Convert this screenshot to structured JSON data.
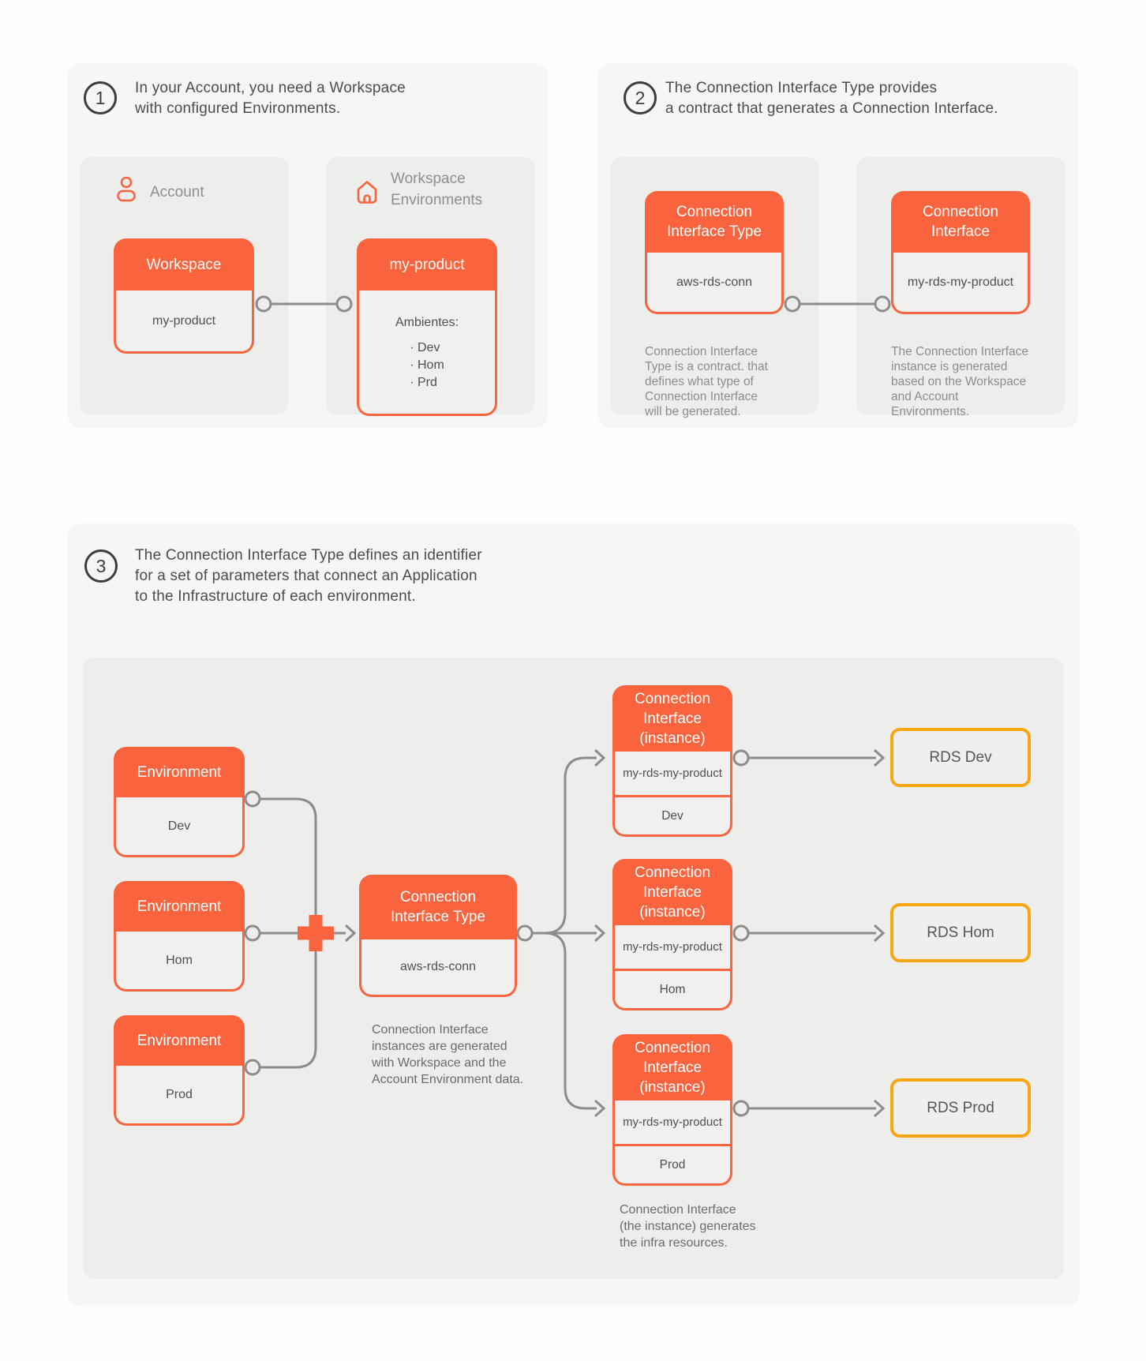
{
  "colors": {
    "orange": "#F9633D",
    "amber": "#F9A613",
    "line_gray": "#8C8C8C"
  },
  "step1": {
    "number": "1",
    "title": "In your Account, you need a Workspace\nwith configured Environments.",
    "account_label": "Account",
    "workspace_env_label": "Workspace\nEnvironments",
    "workspace_card": {
      "header": "Workspace",
      "body": "my-product"
    },
    "product_card": {
      "header": "my-product",
      "body_title": "Ambientes:",
      "items_text": "· Dev\n· Hom\n· Prd"
    }
  },
  "step2": {
    "number": "2",
    "title": "The Connection Interface Type provides\na contract that generates a Connection Interface.",
    "type_card": {
      "header": "Connection\nInterface Type",
      "body": "aws-rds-conn"
    },
    "type_caption": "Connection Interface\nType is a contract. that\ndefines what type of\nConnection Interface\nwill be generated.",
    "interface_card": {
      "header": "Connection\nInterface",
      "body": "my-rds-my-product"
    },
    "interface_caption": "The Connection Interface\ninstance is generated\nbased on the Workspace\nand Account\nEnvironments."
  },
  "step3": {
    "number": "3",
    "title": "The Connection Interface Type defines an identifier\nfor a set of parameters that connect an Application\nto the Infrastructure of each environment.",
    "environments": [
      {
        "header": "Environment",
        "name": "Dev"
      },
      {
        "header": "Environment",
        "name": "Hom"
      },
      {
        "header": "Environment",
        "name": "Prod"
      }
    ],
    "type_card": {
      "header": "Connection\nInterface Type",
      "body": "aws-rds-conn"
    },
    "type_caption": "Connection Interface\ninstances are generated\nwith Workspace and the\nAccount Environment data.",
    "instances": [
      {
        "header": "Connection\nInterface\n(instance)",
        "name": "my-rds-my-product",
        "env": "Dev",
        "target": "RDS Dev"
      },
      {
        "header": "Connection\nInterface\n(instance)",
        "name": "my-rds-my-product",
        "env": "Hom",
        "target": "RDS Hom"
      },
      {
        "header": "Connection\nInterface\n(instance)",
        "name": "my-rds-my-product",
        "env": "Prod",
        "target": "RDS Prod"
      }
    ],
    "instance_caption": "Connection Interface\n(the instance) generates\nthe infra resources."
  }
}
